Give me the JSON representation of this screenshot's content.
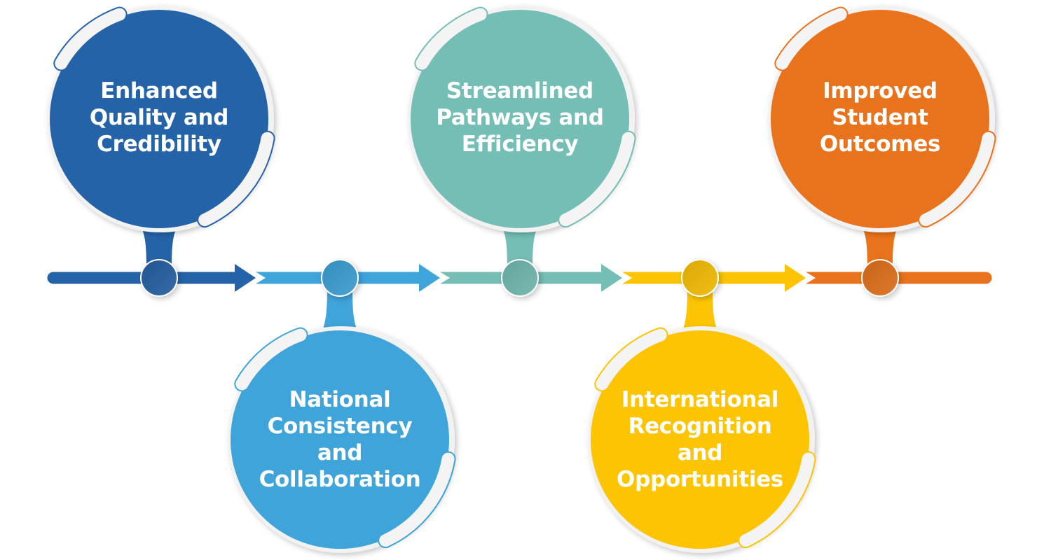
{
  "diagram": {
    "type": "timeline",
    "direction": "left-to-right",
    "steps": [
      {
        "label": "Enhanced\nQuality and\nCredibility",
        "color": "#2563A8",
        "position": "above"
      },
      {
        "label": "National\nConsistency\nand\nCollaboration",
        "color": "#3EA4DA",
        "position": "below"
      },
      {
        "label": "Streamlined\nPathways and\nEfficiency",
        "color": "#74BEB5",
        "position": "above"
      },
      {
        "label": "International\nRecognition\nand\nOpportunities",
        "color": "#FCC403",
        "position": "below"
      },
      {
        "label": "Improved\nStudent\nOutcomes",
        "color": "#E9731C",
        "position": "above"
      }
    ]
  }
}
